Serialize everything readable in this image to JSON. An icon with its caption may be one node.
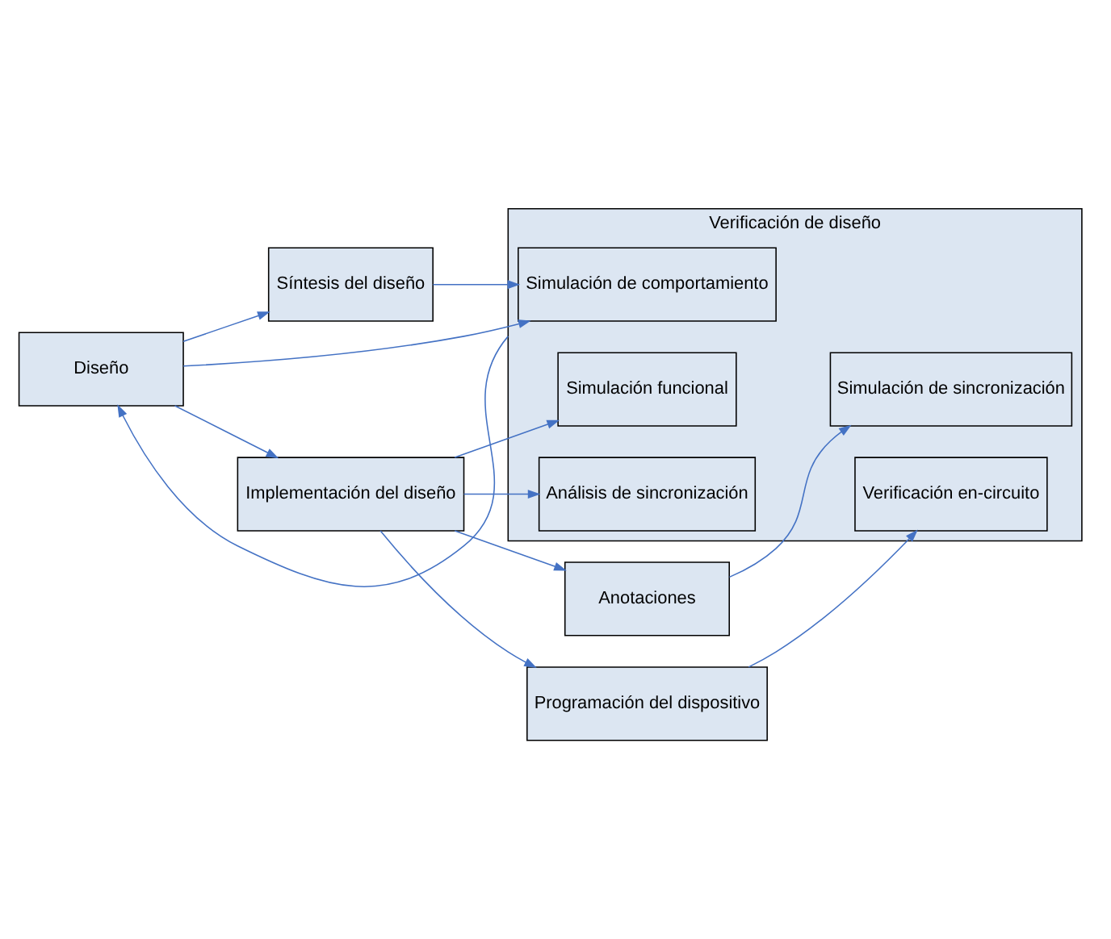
{
  "diagram": {
    "nodes": [
      {
        "text": [
          "Diseño"
        ]
      },
      {
        "text": [
          "Síntesis del diseño"
        ]
      },
      {
        "text": [
          "Implementación del diseño"
        ]
      },
      {
        "text": [
          "Anotaciones"
        ]
      },
      {
        "text": [
          "Programación del dispositivo"
        ]
      },
      {
        "text": [
          "Verificación de diseño"
        ]
      },
      {
        "text": [
          "Simulación de comportamiento"
        ],
        "in": 5
      },
      {
        "text": [
          "Simulación funcional"
        ],
        "in": 5
      },
      {
        "text": [
          "Análisis de sincronización"
        ],
        "in": 5
      },
      {
        "text": [
          "Simulación de sincronización"
        ],
        "in": 5
      },
      {
        "text": [
          "Verificación en-circuito"
        ],
        "in": 5
      }
    ],
    "edges": [
      {
        "from": 5,
        "to": 0,
        "arrow": "to"
      },
      {
        "from": 0,
        "to": 6,
        "arrow": "to"
      },
      {
        "from": 0,
        "to": 1,
        "arrow": "to"
      },
      {
        "from": 1,
        "to": 6,
        "arrow": "to"
      },
      {
        "from": 0,
        "to": 2,
        "arrow": "to"
      },
      {
        "from": 2,
        "to": 7,
        "arrow": "to"
      },
      {
        "from": 2,
        "to": 8,
        "arrow": "to"
      },
      {
        "from": 2,
        "to": 3,
        "arrow": "to"
      },
      {
        "from": 3,
        "to": 9,
        "arrow": "to"
      },
      {
        "from": 2,
        "to": 4,
        "arrow": "to"
      },
      {
        "from": 4,
        "to": 10,
        "arrow": "to"
      }
    ]
  }
}
